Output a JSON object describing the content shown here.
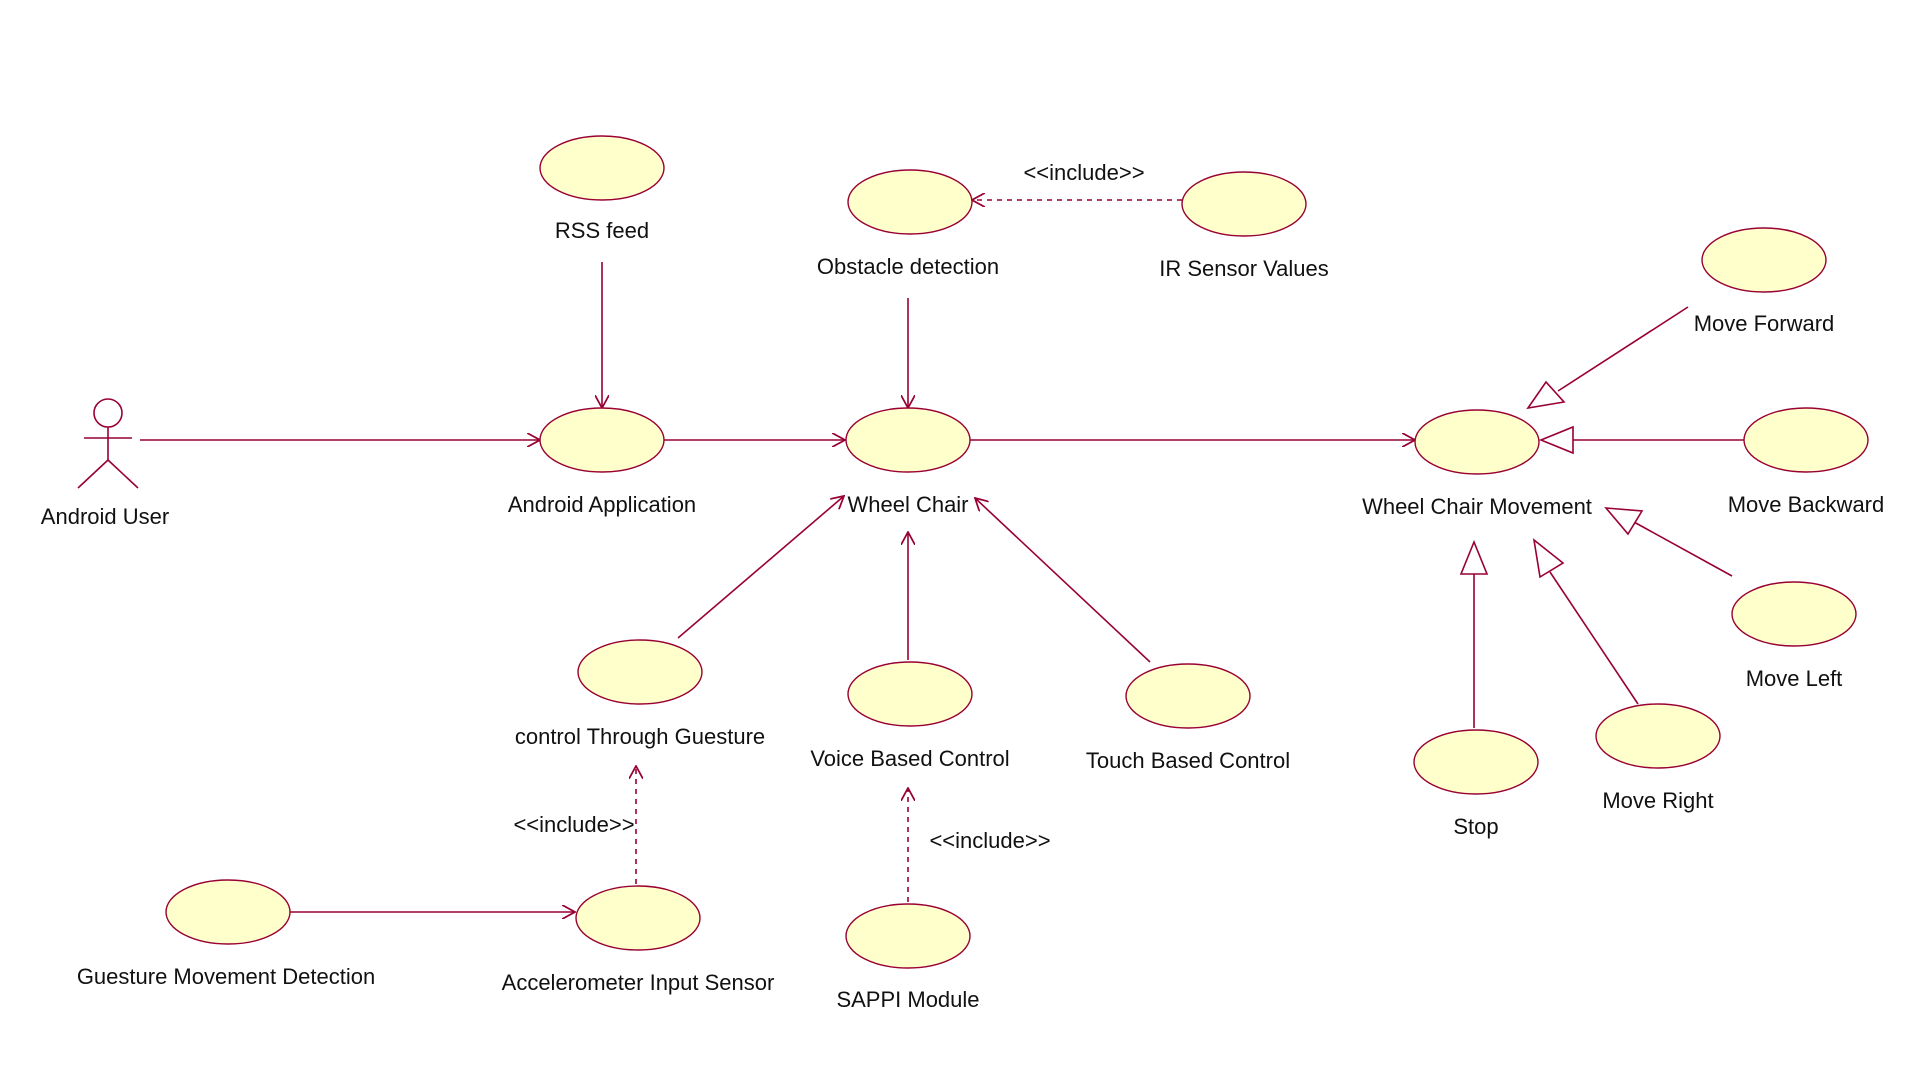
{
  "actor": {
    "label": "Android User"
  },
  "use_cases": {
    "rss_feed": "RSS feed",
    "obstacle_detection": "Obstacle detection",
    "ir_sensor_values": "IR Sensor Values",
    "move_forward": "Move Forward",
    "android_application": "Android Application",
    "wheel_chair": "Wheel Chair",
    "wheel_chair_movement": "Wheel Chair Movement",
    "move_backward": "Move Backward",
    "move_left": "Move Left",
    "control_through_gesture": "control Through Guesture",
    "voice_based_control": "Voice Based Control",
    "touch_based_control": "Touch Based Control",
    "stop": "Stop",
    "move_right": "Move Right",
    "gesture_movement_detection": "Guesture Movement Detection",
    "accelerometer_input_sensor": "Accelerometer Input Sensor",
    "sappi_module": "SAPPI Module"
  },
  "stereotypes": {
    "include_ir": "<<include>>",
    "include_accel": "<<include>>",
    "include_sappi": "<<include>>"
  },
  "colors": {
    "use_case_fill": "#ffffcc",
    "line": "#990033"
  }
}
